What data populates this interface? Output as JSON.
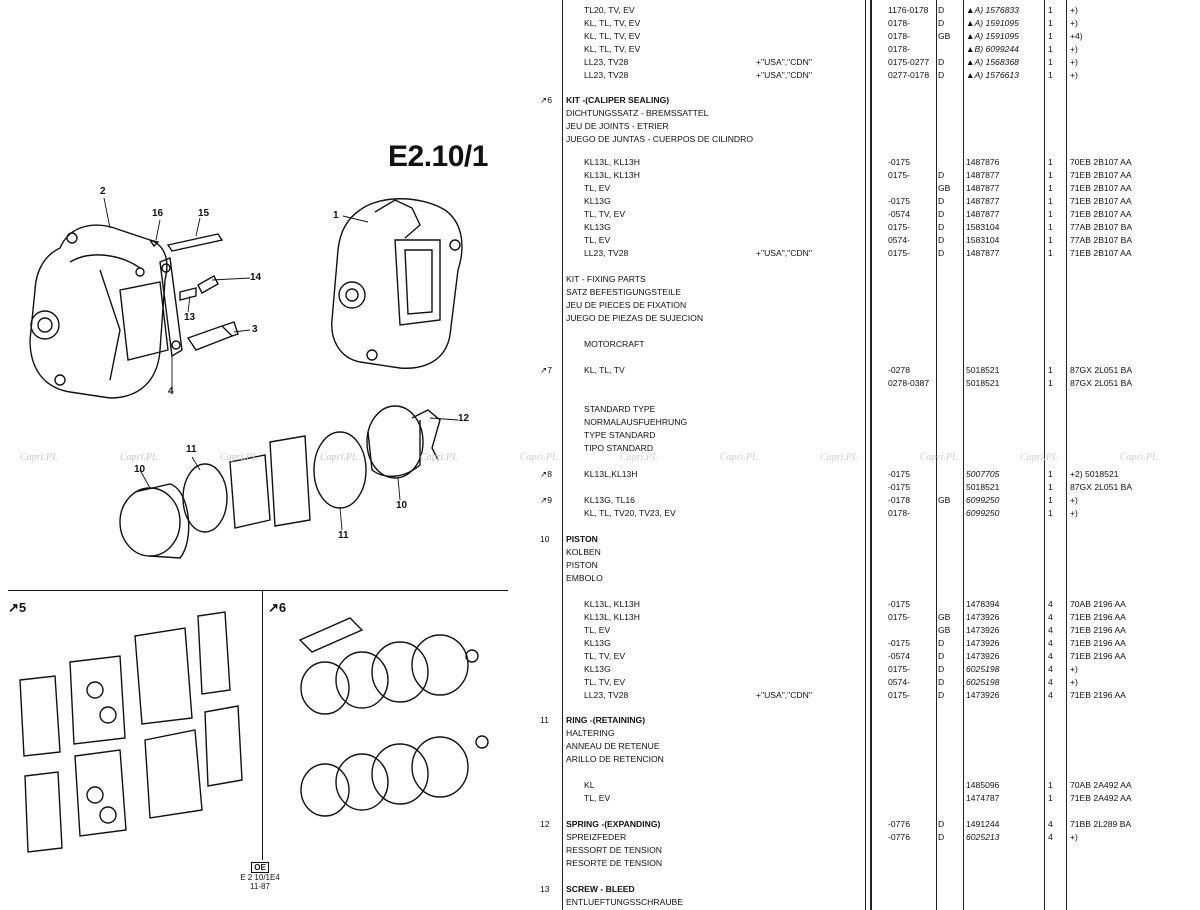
{
  "page": {
    "title": "E2.10/1",
    "footer": {
      "box": "OE",
      "line1": "E 2 10/1E4",
      "line2": "11-87"
    },
    "kit_labels": [
      "↗5",
      "↗6"
    ],
    "callouts": [
      "1",
      "2",
      "3",
      "4",
      "10",
      "10",
      "11",
      "11",
      "12",
      "13",
      "14",
      "15",
      "16"
    ],
    "watermark": "Capri.PL"
  },
  "rows": [
    {
      "model": "TL20, TV, EV",
      "date": "1176-0178",
      "ctry": "D",
      "part": "▲A) 1576833",
      "qty": "1",
      "note": "+)",
      "italic": true
    },
    {
      "model": "KL, TL, TV, EV",
      "date": "0178-",
      "ctry": "D",
      "part": "▲A) 1591095",
      "qty": "1",
      "note": "+)",
      "italic": true
    },
    {
      "model": "KL, TL, TV, EV",
      "date": "0178-",
      "ctry": "GB",
      "part": "▲A) 1591095",
      "qty": "1",
      "note": "+4)",
      "italic": true
    },
    {
      "model": "KL, TL, TV, EV",
      "date": "0178-",
      "ctry": "",
      "part": "▲B) 6099244",
      "qty": "1",
      "note": "+)",
      "italic": true
    },
    {
      "model": "LL23, TV28",
      "mkt": "+\"USA\",\"CDN\"",
      "date": "0175-0277",
      "ctry": "D",
      "part": "▲A) 1568368",
      "qty": "1",
      "note": "+)",
      "italic": true
    },
    {
      "model": "LL23, TV28",
      "mkt": "+\"USA\",\"CDN\"",
      "date": "0277-0178",
      "ctry": "D",
      "part": "▲A) 1576613",
      "qty": "1",
      "note": "+)",
      "italic": true
    },
    {
      "ref": "↗6",
      "desc": "KIT -(CALIPER SEALING)"
    },
    {
      "desc": "DICHTUNGSSATZ - BREMSSATTEL"
    },
    {
      "desc": "JEU DE JOINTS - ETRIER"
    },
    {
      "desc": "JUEGO DE JUNTAS - CUERPOS DE CILINDRO"
    },
    {
      "model": "KL13L, KL13H",
      "date": "-0175",
      "part": "1487876",
      "qty": "1",
      "note": "70EB 2B107 AA"
    },
    {
      "model": "KL13L, KL13H",
      "date": "0175-",
      "ctry": "D",
      "part": "1487877",
      "qty": "1",
      "note": "71EB 2B107 AA"
    },
    {
      "model": "TL, EV",
      "ctry": "GB",
      "part": "1487877",
      "qty": "1",
      "note": "71EB 2B107 AA"
    },
    {
      "model": "KL13G",
      "date": "-0175",
      "ctry": "D",
      "part": "1487877",
      "qty": "1",
      "note": "71EB 2B107 AA"
    },
    {
      "model": "TL, TV, EV",
      "date": "-0574",
      "ctry": "D",
      "part": "1487877",
      "qty": "1",
      "note": "71EB 2B107 AA"
    },
    {
      "model": "KL13G",
      "date": "0175-",
      "ctry": "D",
      "part": "1583104",
      "qty": "1",
      "note": "77AB 2B107 BA"
    },
    {
      "model": "TL, EV",
      "date": "0574-",
      "ctry": "D",
      "part": "1583104",
      "qty": "1",
      "note": "77AB 2B107 BA"
    },
    {
      "model": "LL23, TV28",
      "mkt": "+\"USA\",\"CDN\"",
      "date": "0175-",
      "ctry": "D",
      "part": "1487877",
      "qty": "1",
      "note": "71EB 2B107 AA"
    },
    {
      "desc": "KIT - FIXING PARTS"
    },
    {
      "desc": "SATZ BEFESTIGUNGSTEILE"
    },
    {
      "desc": "JEU DE PIECES DE FIXATION"
    },
    {
      "desc": "JUEGO DE PIEZAS DE SUJECION"
    },
    {
      "model": "MOTORCRAFT"
    },
    {
      "ref": "↗7",
      "model": "KL, TL, TV",
      "date": "-0278",
      "part": "5018521",
      "qty": "1",
      "note": "87GX 2L051 BA"
    },
    {
      "date": "0278-0387",
      "part": "5018521",
      "qty": "1",
      "note": "87GX 2L051 BA"
    },
    {
      "model": "STANDARD TYPE"
    },
    {
      "model": "NORMALAUSFUEHRUNG"
    },
    {
      "model": "TYPE STANDARD"
    },
    {
      "model": "TIPO STANDARD"
    },
    {
      "ref": "↗8",
      "model": "KL13L,KL13H",
      "date": "-0175",
      "part": "5007705",
      "qty": "1",
      "note": "+2) 5018521",
      "italic": true
    },
    {
      "date": "-0175",
      "part": "5018521",
      "qty": "1",
      "note": "87GX 2L051 BA"
    },
    {
      "ref": "↗9",
      "model": "KL13G, TL16",
      "date": "-0178",
      "ctry": "GB",
      "part": "6099250",
      "qty": "1",
      "note": "+)",
      "italic": true
    },
    {
      "model": "KL, TL, TV20, TV23, EV",
      "date": "0178-",
      "part": "6099250",
      "qty": "1",
      "note": "+)",
      "italic": true
    },
    {
      "ref": "10",
      "desc": "PISTON"
    },
    {
      "desc": "KOLBEN"
    },
    {
      "desc": "PISTON"
    },
    {
      "desc": "EMBOLO"
    },
    {
      "model": "KL13L, KL13H",
      "date": "-0175",
      "part": "1478394",
      "qty": "4",
      "note": "70AB 2196 AA"
    },
    {
      "model": "KL13L, KL13H",
      "date": "0175-",
      "ctry": "GB",
      "part": "1473926",
      "qty": "4",
      "note": "71EB 2196 AA"
    },
    {
      "model": "TL, EV",
      "ctry": "GB",
      "part": "1473926",
      "qty": "4",
      "note": "71EB 2196 AA"
    },
    {
      "model": "KL13G",
      "date": "-0175",
      "ctry": "D",
      "part": "1473926",
      "qty": "4",
      "note": "71EB 2196 AA"
    },
    {
      "model": "TL, TV, EV",
      "date": "-0574",
      "ctry": "D",
      "part": "1473926",
      "qty": "4",
      "note": "71EB 2196 AA"
    },
    {
      "model": "KL13G",
      "date": "0175-",
      "ctry": "D",
      "part": "6025198",
      "qty": "4",
      "note": "+)",
      "italic": true
    },
    {
      "model": "TL, TV, EV",
      "date": "0574-",
      "ctry": "D",
      "part": "6025198",
      "qty": "4",
      "note": "+)",
      "italic": true
    },
    {
      "model": "LL23, TV28",
      "mkt": "+\"USA\",\"CDN\"",
      "date": "0175-",
      "ctry": "D",
      "part": "1473926",
      "qty": "4",
      "note": "71EB 2196 AA"
    },
    {
      "ref": "11",
      "desc": "RING -(RETAINING)"
    },
    {
      "desc": "HALTERING"
    },
    {
      "desc": "ANNEAU DE RETENUE"
    },
    {
      "desc": "ARILLO DE RETENCION"
    },
    {
      "model": "KL",
      "part": "1485096",
      "qty": "1",
      "note": "70AB 2A492 AA"
    },
    {
      "model": "TL, EV",
      "part": "1474787",
      "qty": "1",
      "note": "71EB 2A492 AA"
    },
    {
      "ref": "12",
      "desc": "SPRING -(EXPANDING)",
      "date": "-0776",
      "ctry": "D",
      "part": "1491244",
      "qty": "4",
      "note": "71BB 2L289 BA"
    },
    {
      "desc": "SPREIZFEDER",
      "date": "-0776",
      "ctry": "D",
      "part": "6025213",
      "qty": "4",
      "note": "+)",
      "italic": true
    },
    {
      "desc": "RESSORT DE TENSION"
    },
    {
      "desc": "RESORTE DE TENSION"
    },
    {
      "ref": "13",
      "desc": "SCREW - BLEED"
    },
    {
      "desc": "ENTLUEFTUNGSSCHRAUBE"
    }
  ]
}
